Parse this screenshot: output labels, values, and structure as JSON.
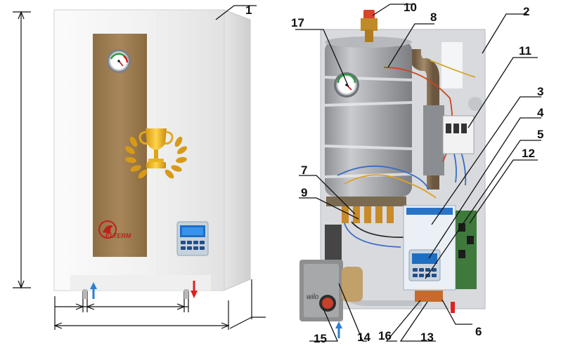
{
  "left_unit": {
    "brand": "ELTERM"
  },
  "right_unit": {
    "pump_brand": "wilo"
  },
  "callouts": [
    {
      "id": "c1",
      "label": "1"
    },
    {
      "id": "c2",
      "label": "2"
    },
    {
      "id": "c3",
      "label": "3"
    },
    {
      "id": "c4",
      "label": "4"
    },
    {
      "id": "c5",
      "label": "5"
    },
    {
      "id": "c6",
      "label": "6"
    },
    {
      "id": "c7",
      "label": "7"
    },
    {
      "id": "c8",
      "label": "8"
    },
    {
      "id": "c9",
      "label": "9"
    },
    {
      "id": "c10",
      "label": "10"
    },
    {
      "id": "c11",
      "label": "11"
    },
    {
      "id": "c12",
      "label": "12"
    },
    {
      "id": "c13",
      "label": "13"
    },
    {
      "id": "c14",
      "label": "14"
    },
    {
      "id": "c15",
      "label": "15"
    },
    {
      "id": "c16",
      "label": "16"
    },
    {
      "id": "c17",
      "label": "17"
    }
  ],
  "colors": {
    "inlet_arrow": "#2a7fd4",
    "outlet_arrow": "#e02020",
    "panel_accent": "#9a7b4f",
    "casing": "#f4f4f4",
    "backplate": "#d7d9dc"
  }
}
